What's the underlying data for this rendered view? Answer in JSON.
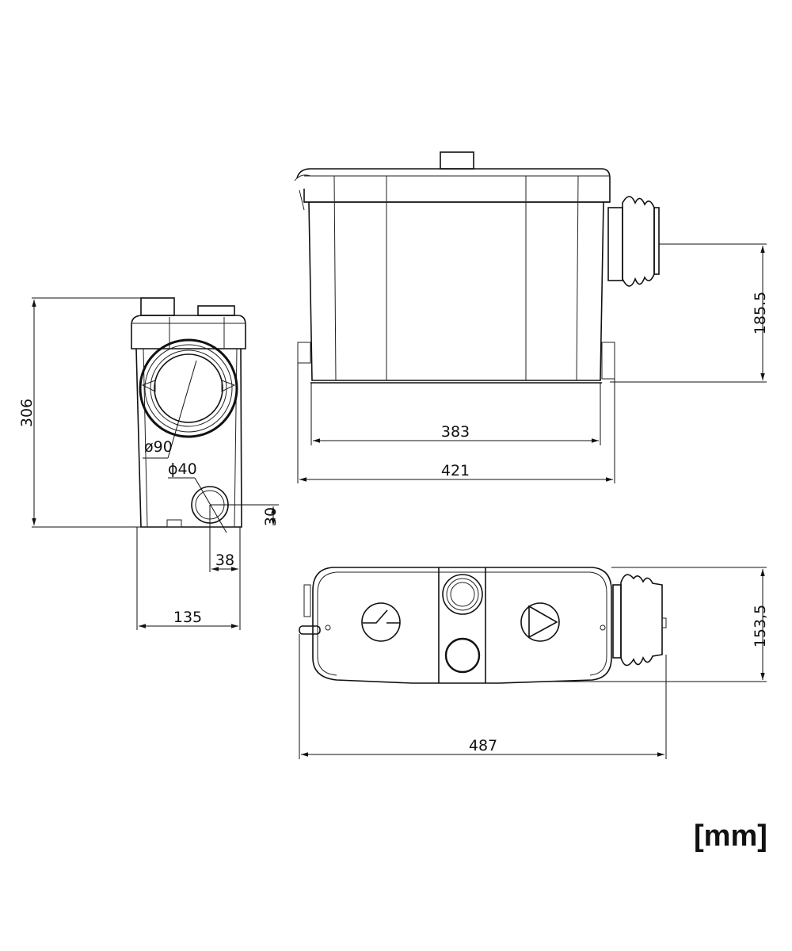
{
  "drawing": {
    "units": "[mm]",
    "side_view": {
      "height": "306",
      "inlet_diameter": "ø90",
      "small_inlet_diameter": "ϕ40",
      "small_inlet_height": "30",
      "small_inlet_offset": "38",
      "width": "135"
    },
    "front_view": {
      "outlet_height": "185.5",
      "body_length": "383",
      "overall_length": "421"
    },
    "top_view": {
      "depth": "153,5",
      "overall_length": "487"
    }
  }
}
